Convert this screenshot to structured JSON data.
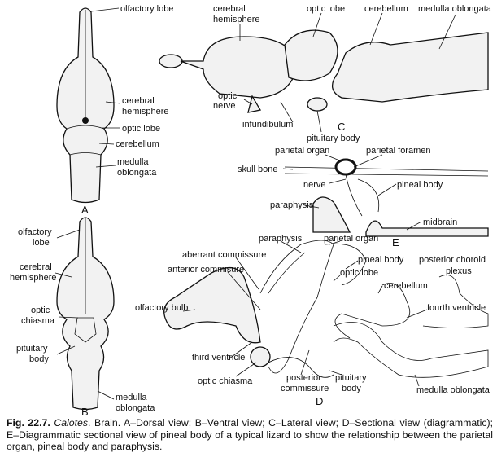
{
  "figure_A": {
    "letter": "A",
    "olfactory_lobe": "olfactory lobe",
    "cerebral_1": "cerebral",
    "cerebral_2": "hemisphere",
    "optic_lobe": "optic lobe",
    "cerebellum": "cerebellum",
    "medulla_1": "medulla",
    "medulla_2": "oblongata"
  },
  "figure_B": {
    "letter": "B",
    "olfactory_1": "olfactory",
    "olfactory_2": "lobe",
    "cerebral_1": "cerebral",
    "cerebral_2": "hemisphere",
    "optic_1": "optic",
    "optic_2": "chiasma",
    "pituitary_1": "pituitary",
    "pituitary_2": "body",
    "medulla_1": "medulla",
    "medulla_2": "oblongata"
  },
  "figure_C": {
    "letter": "C",
    "cerebral_1": "cerebral",
    "cerebral_2": "hemisphere",
    "optic_lobe": "optic lobe",
    "cerebellum": "cerebellum",
    "medulla": "medulla oblongata",
    "optic_1": "optic",
    "optic_2": "nerve",
    "infundibulum": "infundibulum",
    "pituitary": "pituitary body"
  },
  "figure_E": {
    "letter": "E",
    "parietal_organ": "parietal organ",
    "parietal_foramen": "parietal foramen",
    "skull_bone": "skull bone",
    "nerve": "nerve",
    "pineal_body": "pineal body",
    "paraphysis": "paraphysis",
    "midbrain": "midbrain"
  },
  "figure_D": {
    "letter": "D",
    "paraphysis": "paraphysis",
    "parietal_organ": "parietal organ",
    "aberrant": "aberrant commissure",
    "anterior": "anterior commisure",
    "pineal_body": "pineal body",
    "optic_lobe": "optic lobe",
    "cerebellum": "cerebellum",
    "choroid_1": "posterior choroid",
    "choroid_2": "plexus",
    "fourth_ventricle": "fourth ventricle",
    "olfactory_bulb": "olfactory bulb",
    "third_ventricle": "third ventricle",
    "optic_chiasma": "optic chiasma",
    "post_comm_1": "posterior",
    "post_comm_2": "commissure",
    "pituitary_1": "pituitary",
    "pituitary_2": "body",
    "medulla": "medulla oblongata"
  },
  "caption": {
    "fig_no": "Fig. 22.7.",
    "genus": "Calotes",
    "text": ". Brain. A–Dorsal view; B–Ventral view; C–Lateral view; D–Sectional view (diagrammatic); E–Diagrammatic sectional view of pineal body of a typical lizard to show the relationship between the parietal organ, pineal body and paraphysis."
  }
}
